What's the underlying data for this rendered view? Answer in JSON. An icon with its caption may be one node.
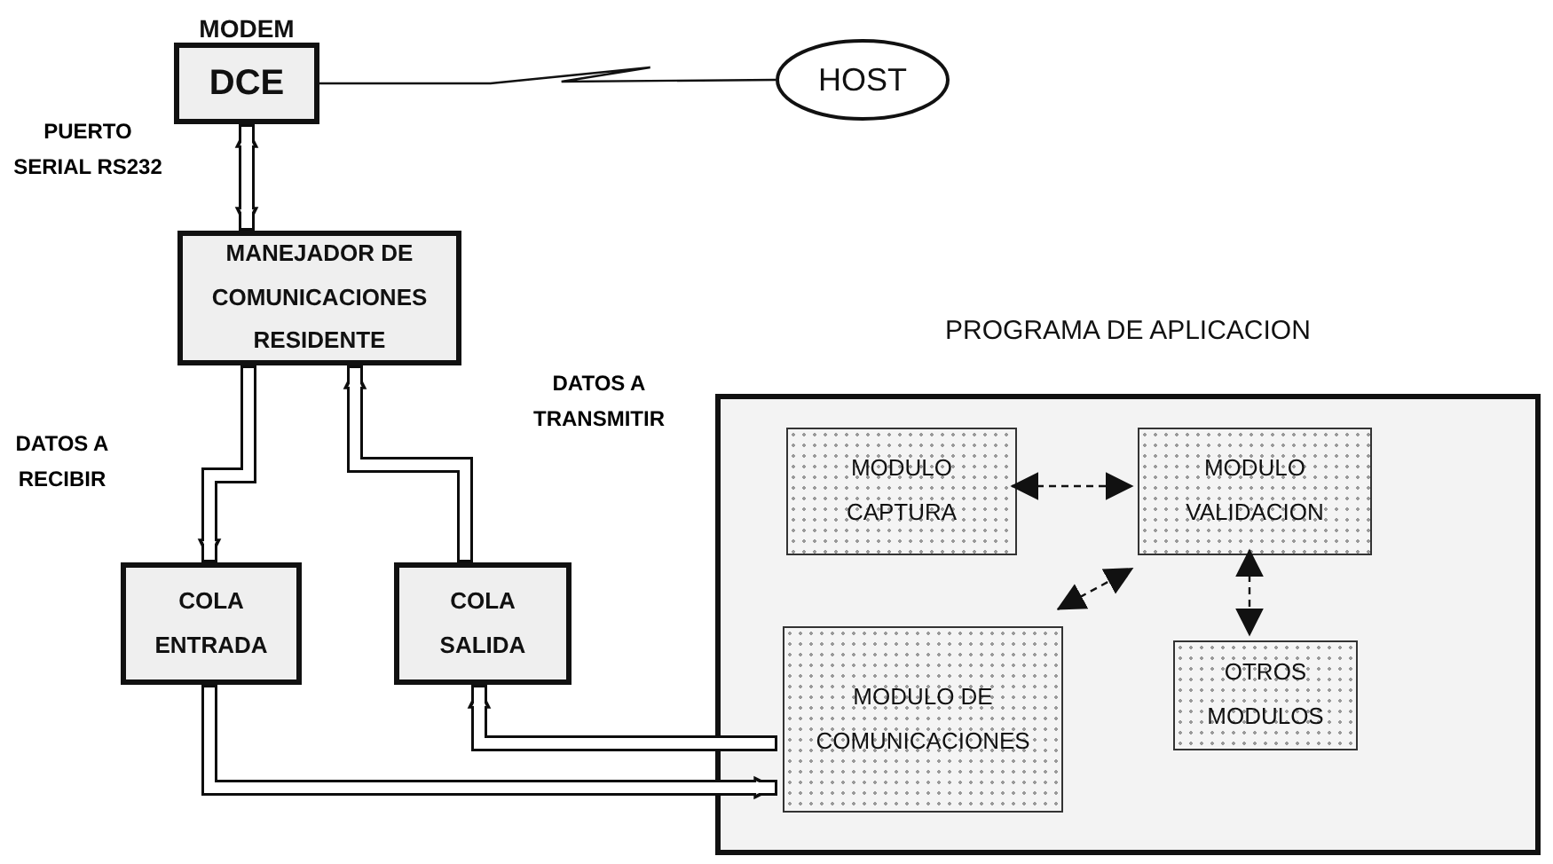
{
  "diagram": {
    "nodes": [
      {
        "text": [
          "MODEM",
          "DCE"
        ]
      },
      {
        "text": [
          "HOST"
        ]
      },
      {
        "text": [
          "MANEJADOR DE COMUNICACIONES RESIDENTE"
        ]
      },
      {
        "text": [
          "COLA ENTRADA"
        ]
      },
      {
        "text": [
          "COLA SALIDA"
        ]
      },
      {
        "text": [
          "PROGRAMA DE APLICACION"
        ]
      },
      {
        "text": [
          "MODULO CAPTURA"
        ],
        "in": 5
      },
      {
        "text": [
          "MODULO VALIDACION"
        ],
        "in": 5
      },
      {
        "text": [
          "MODULO DE COMUNICACIONES"
        ],
        "in": 5
      },
      {
        "text": [
          "OTROS MODULOS"
        ],
        "in": 5
      }
    ],
    "edges": [
      {
        "from": 0,
        "to": 1,
        "arrow": "none"
      },
      {
        "from": 0,
        "to": 2,
        "arrow": "both"
      },
      {
        "from": 2,
        "to": 3,
        "arrow": "to"
      },
      {
        "from": 4,
        "to": 2,
        "arrow": "to"
      },
      {
        "from": 8,
        "to": 4,
        "arrow": "to"
      },
      {
        "from": 3,
        "to": 8,
        "arrow": "to"
      },
      {
        "from": 6,
        "to": 7,
        "arrow": "both",
        "style": "dashed"
      },
      {
        "from": 8,
        "to": 7,
        "arrow": "both",
        "style": "dashed"
      },
      {
        "from": 7,
        "to": 9,
        "arrow": "both",
        "style": "dashed"
      }
    ],
    "labels": [
      "PUERTO SERIAL RS232",
      "DATOS A TRANSMITIR",
      "DATOS A RECIBIR"
    ]
  }
}
